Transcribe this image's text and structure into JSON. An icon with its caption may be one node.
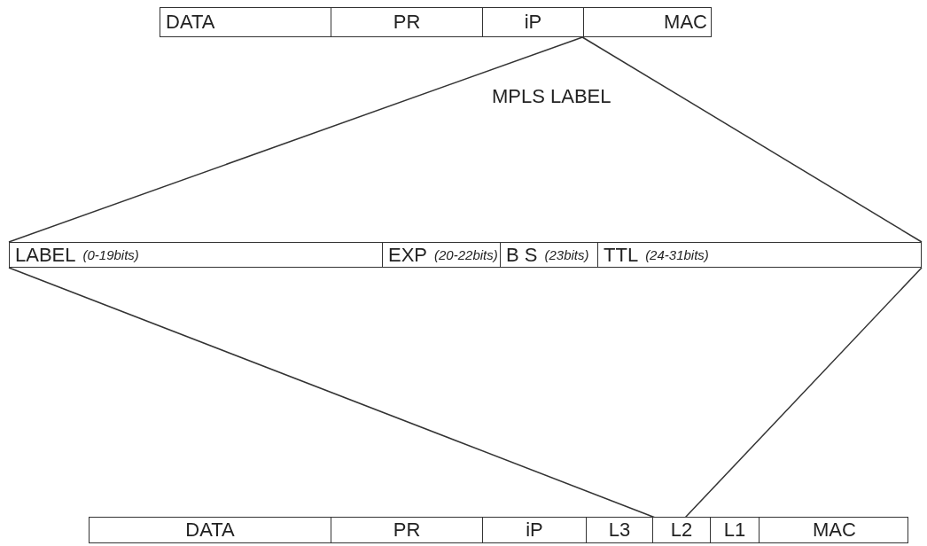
{
  "diagram": {
    "nodes": [
      {
        "text": [],
        "shape": "bar"
      },
      {
        "text": [
          "DATA"
        ],
        "in": 0
      },
      {
        "text": [
          "PR"
        ],
        "in": 0
      },
      {
        "text": [
          "iP"
        ],
        "in": 0
      },
      {
        "text": [
          "MAC"
        ],
        "in": 0
      },
      {
        "text": [],
        "shape": "bar"
      },
      {
        "text": [
          "LABEL",
          "(0-19bits)"
        ],
        "in": 5
      },
      {
        "text": [
          "EXP",
          "(20-22bits)"
        ],
        "in": 5
      },
      {
        "text": [
          "B S",
          "(23bits)"
        ],
        "in": 5
      },
      {
        "text": [
          "TTL",
          "(24-31bits)"
        ],
        "in": 5
      },
      {
        "text": [],
        "shape": "bar"
      },
      {
        "text": [
          "DATA"
        ],
        "in": 10
      },
      {
        "text": [
          "PR"
        ],
        "in": 10
      },
      {
        "text": [
          "iP"
        ],
        "in": 10
      },
      {
        "text": [
          "L3"
        ],
        "in": 10
      },
      {
        "text": [
          "L2"
        ],
        "in": 10
      },
      {
        "text": [
          "L1"
        ],
        "in": 10
      },
      {
        "text": [
          "MAC"
        ],
        "in": 10
      }
    ],
    "edges": [
      {
        "from": 0,
        "to": 5,
        "arrow": "none"
      },
      {
        "from": 0,
        "to": 5,
        "arrow": "none"
      },
      {
        "from": 5,
        "to": 15,
        "arrow": "none"
      },
      {
        "from": 5,
        "to": 15,
        "arrow": "none"
      }
    ],
    "labels": [
      "MPLS LABEL"
    ]
  }
}
